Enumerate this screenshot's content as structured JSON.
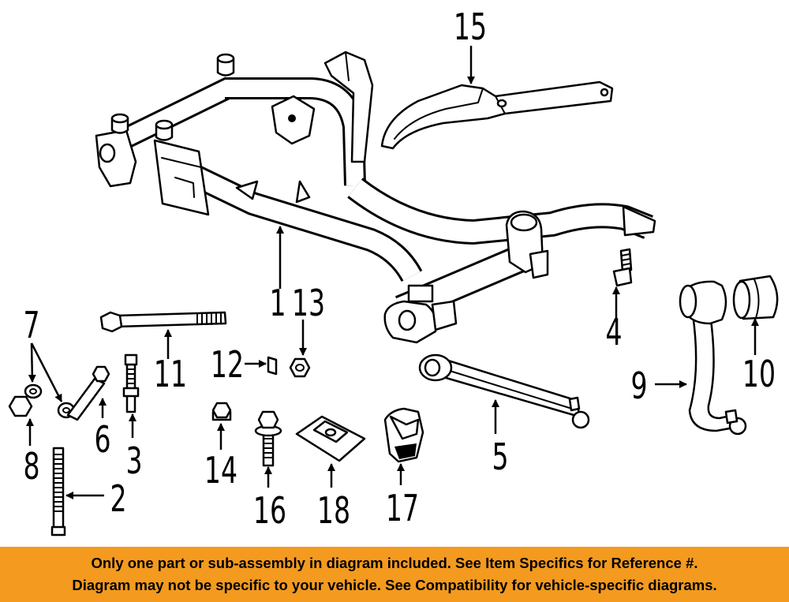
{
  "callouts": {
    "p15": "15",
    "p1": "1",
    "p13": "13",
    "p7": "7",
    "p11": "11",
    "p12": "12",
    "p4": "4",
    "p9": "9",
    "p10": "10",
    "p8": "8",
    "p6": "6",
    "p3": "3",
    "p2": "2",
    "p14": "14",
    "p16": "16",
    "p18": "18",
    "p17": "17",
    "p5": "5"
  },
  "notice": {
    "line1": "Only one part or sub-assembly in diagram included. See Item Specifics for Reference #.",
    "line2": "Diagram may not be specific to your vehicle. See Compatibility for vehicle-specific diagrams."
  },
  "colors": {
    "banner": "#f39a1f",
    "ink": "#000000"
  }
}
